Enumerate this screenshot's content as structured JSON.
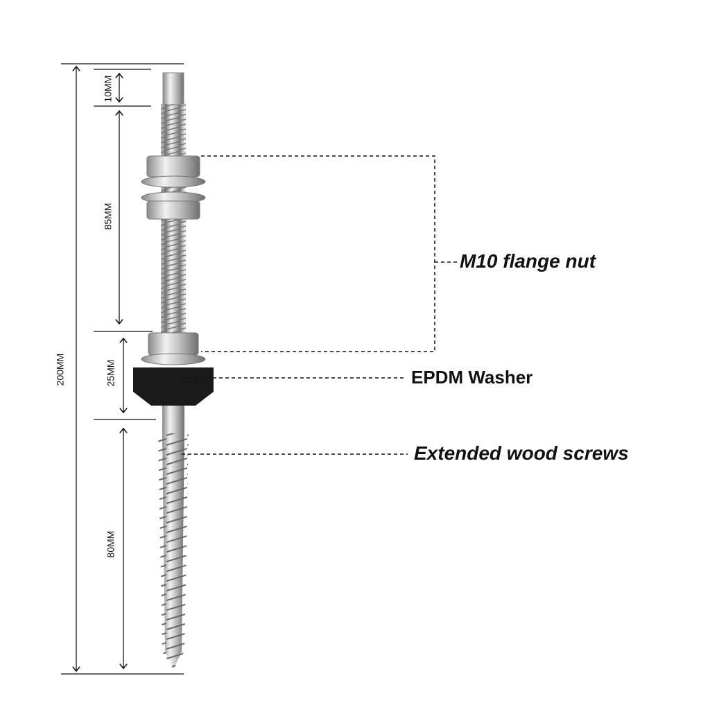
{
  "dimensions": {
    "total": "200MM",
    "head": "10MM",
    "thread": "85MM",
    "washer_section": "25MM",
    "screw": "80MM"
  },
  "callouts": {
    "flange_nut": "M10 flange nut",
    "washer": "EPDM Washer",
    "wood_screw": "Extended wood screws"
  },
  "colors": {
    "steel": "#c9c9c9",
    "washer": "#1a1a1a",
    "line": "#111111"
  }
}
